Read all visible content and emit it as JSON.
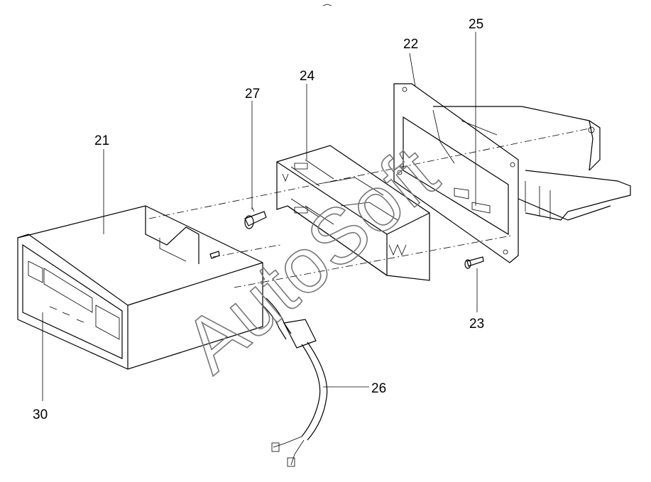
{
  "labels": {
    "l21": "21",
    "l22": "22",
    "l23": "23",
    "l24": "24",
    "l25": "25",
    "l26": "26",
    "l27": "27",
    "l30": "30"
  },
  "watermark": "AutoSoft",
  "colors": {
    "line": "#000000",
    "watermark": "#777777",
    "background": "#ffffff"
  }
}
